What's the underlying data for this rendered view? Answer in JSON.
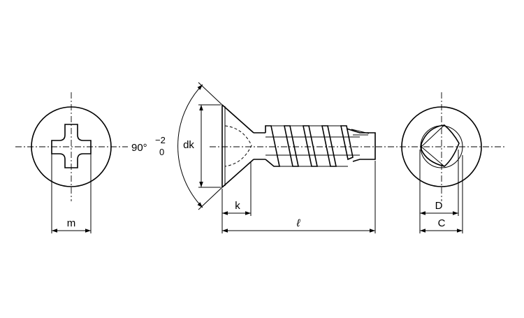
{
  "labels": {
    "m": "m",
    "dk": "dk",
    "k": "k",
    "l": "ℓ",
    "D": "D",
    "C": "C"
  },
  "angle": {
    "base": "90°",
    "upper_tol": "−2",
    "lower_tol": "0"
  },
  "colors": {
    "line": "#000000",
    "background": "#ffffff"
  }
}
